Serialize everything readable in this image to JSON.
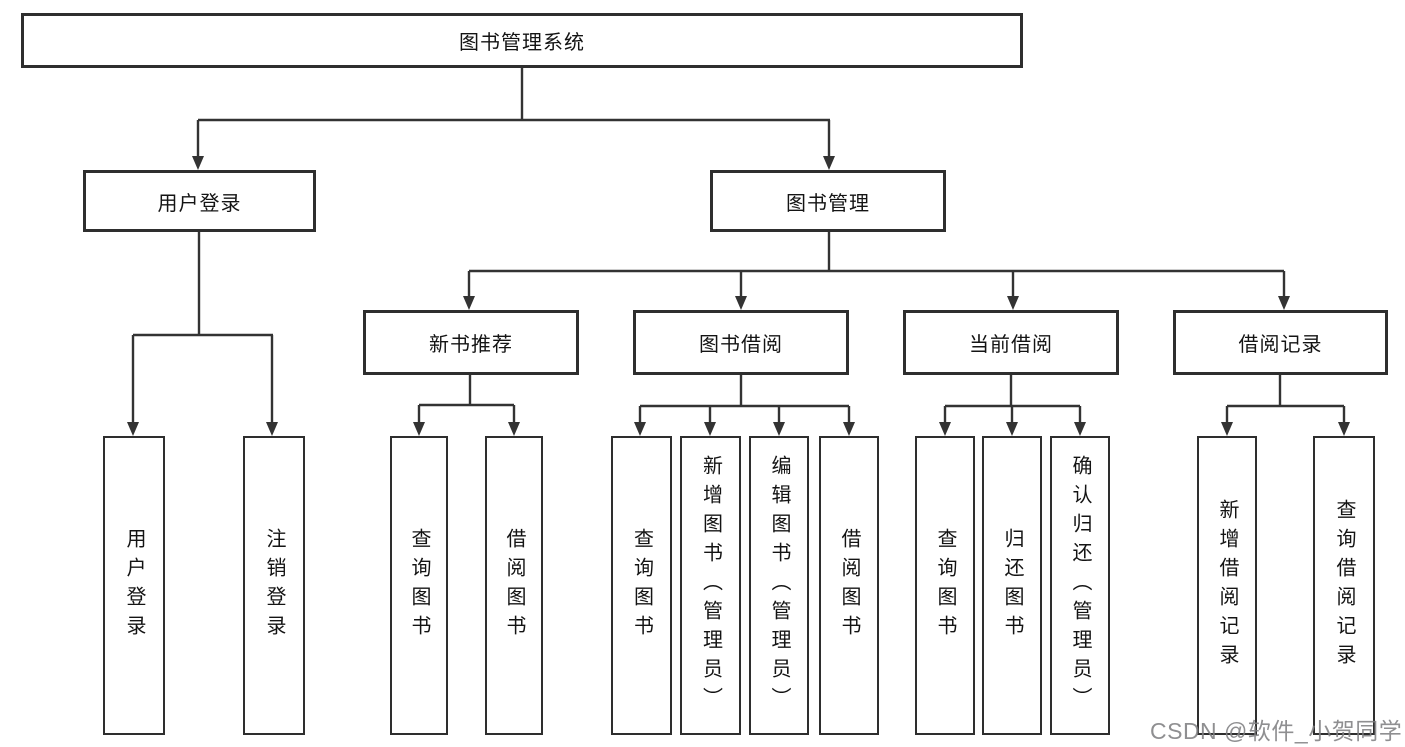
{
  "nodes": {
    "root": "图书管理系统",
    "user_login": "用户登录",
    "book_mgmt": "图书管理",
    "new_books": "新书推荐",
    "book_borrow": "图书借阅",
    "current_borrow": "当前借阅",
    "borrow_records": "借阅记录",
    "leaves": {
      "user_login_leaf": "用户登录",
      "logout": "注销登录",
      "nb_query": "查询图书",
      "nb_borrow": "借阅图书",
      "bb_query": "查询图书",
      "bb_add": "新增图书（管理员）",
      "bb_edit": "编辑图书（管理员）",
      "bb_borrow": "借阅图书",
      "cb_query": "查询图书",
      "cb_return": "归还图书",
      "cb_confirm": "确认归还（管理员）",
      "br_add": "新增借阅记录",
      "br_query": "查询借阅记录"
    }
  },
  "colors": {
    "line": "#333333",
    "border": "#2e2e2e",
    "text": "#141414",
    "watermark": "#80808a"
  },
  "watermark": "CSDN @软件_小贺同学"
}
